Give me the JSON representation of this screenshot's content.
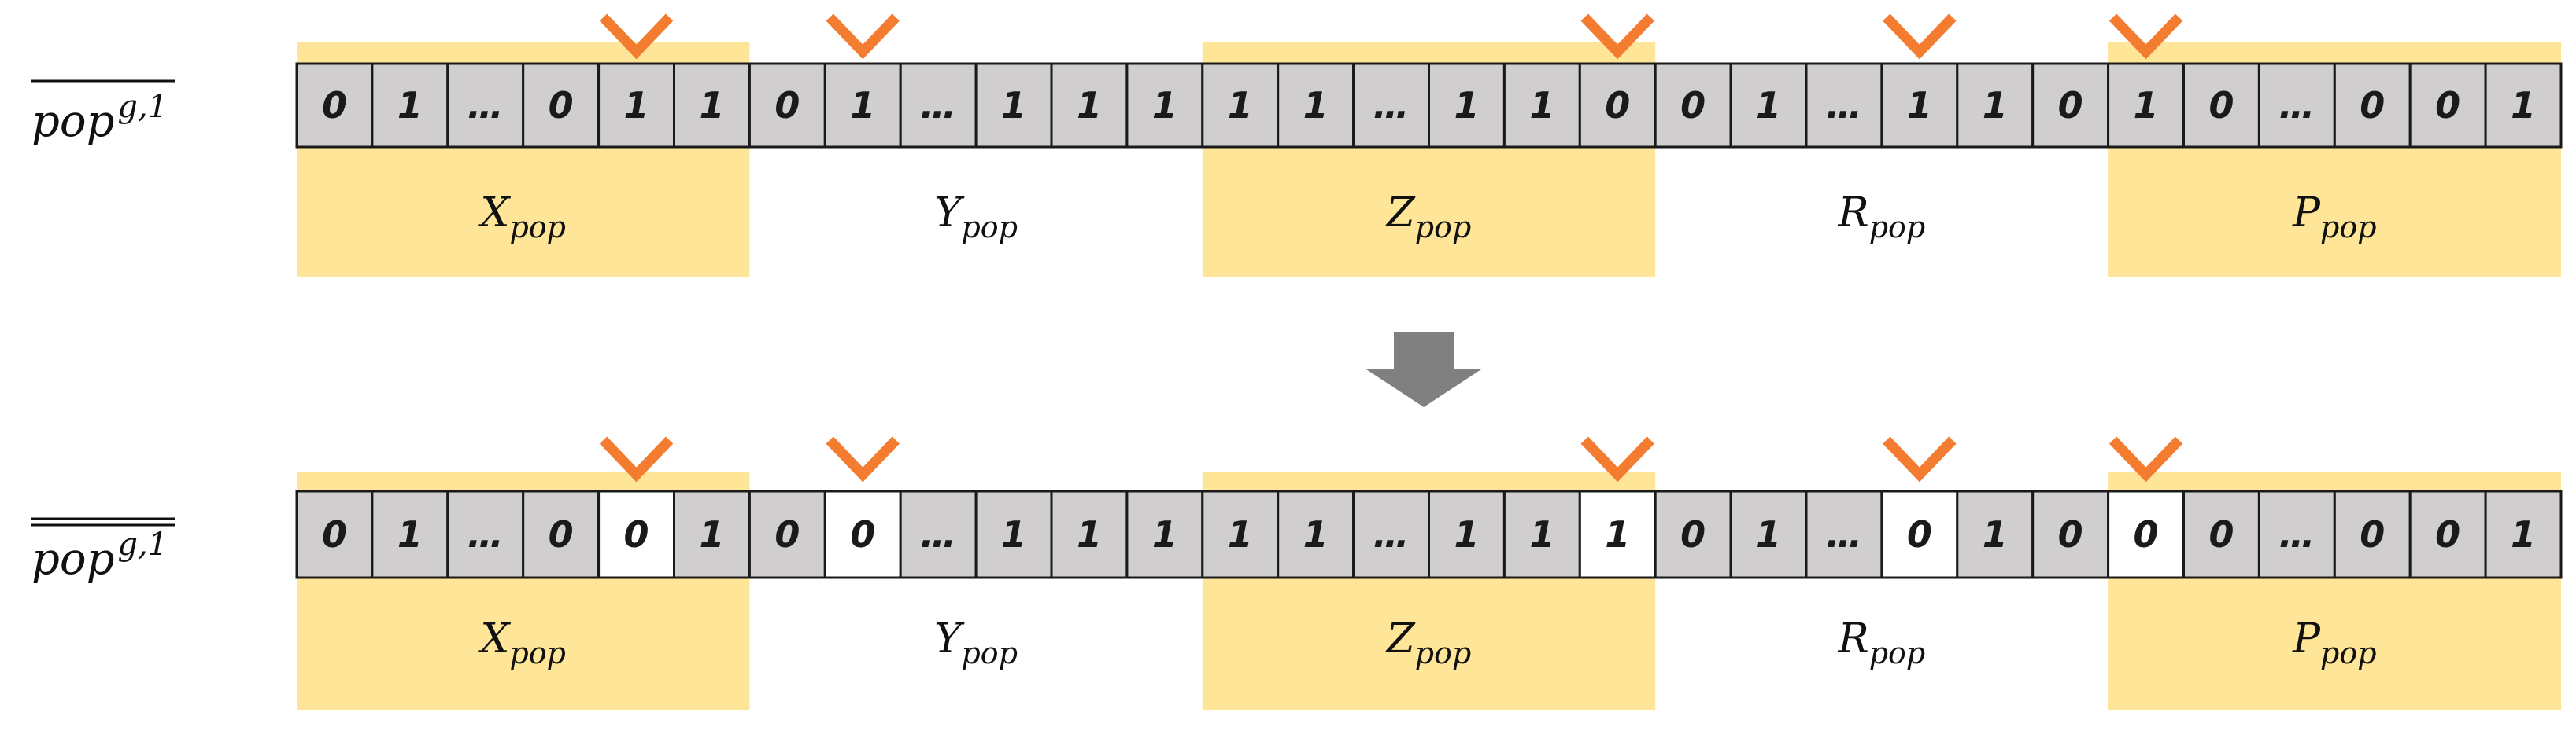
{
  "colors": {
    "segment_highlight": "#FEE597",
    "cell_default": "#D0CECE",
    "cell_mutated": "#FFFFFF",
    "cell_border": "#1a1a1a",
    "marker": "#F47C30",
    "arrow": "#808080"
  },
  "icons": {
    "marker": "orange-chevron-icon",
    "transition": "down-arrow-icon"
  },
  "rows": [
    {
      "label_base": "pop",
      "label_sup": "g,1",
      "overline_count": 1,
      "bits": [
        "0",
        "1",
        "…",
        "0",
        "1",
        "1",
        "0",
        "1",
        "…",
        "1",
        "1",
        "1",
        "1",
        "1",
        "…",
        "1",
        "1",
        "0",
        "0",
        "1",
        "…",
        "1",
        "1",
        "0",
        "1",
        "0",
        "…",
        "0",
        "0",
        "1"
      ],
      "mutated": [
        false,
        false,
        false,
        false,
        false,
        false,
        false,
        false,
        false,
        false,
        false,
        false,
        false,
        false,
        false,
        false,
        false,
        false,
        false,
        false,
        false,
        false,
        false,
        false,
        false,
        false,
        false,
        false,
        false,
        false
      ]
    },
    {
      "label_base": "pop",
      "label_sup": "g,1",
      "overline_count": 2,
      "bits": [
        "0",
        "1",
        "…",
        "0",
        "0",
        "1",
        "0",
        "0",
        "…",
        "1",
        "1",
        "1",
        "1",
        "1",
        "…",
        "1",
        "1",
        "1",
        "0",
        "1",
        "…",
        "0",
        "1",
        "0",
        "0",
        "0",
        "…",
        "0",
        "0",
        "1"
      ],
      "mutated": [
        false,
        false,
        false,
        false,
        true,
        false,
        false,
        true,
        false,
        false,
        false,
        false,
        false,
        false,
        false,
        false,
        false,
        true,
        false,
        false,
        false,
        true,
        false,
        false,
        true,
        false,
        false,
        false,
        false,
        false
      ]
    }
  ],
  "marker_positions": [
    4,
    7,
    17,
    21,
    24
  ],
  "segments": [
    {
      "name": "X",
      "sub": "pop",
      "highlight": true
    },
    {
      "name": "Y",
      "sub": "pop",
      "highlight": false
    },
    {
      "name": "Z",
      "sub": "pop",
      "highlight": true
    },
    {
      "name": "R",
      "sub": "pop",
      "highlight": false
    },
    {
      "name": "P",
      "sub": "pop",
      "highlight": true
    }
  ]
}
